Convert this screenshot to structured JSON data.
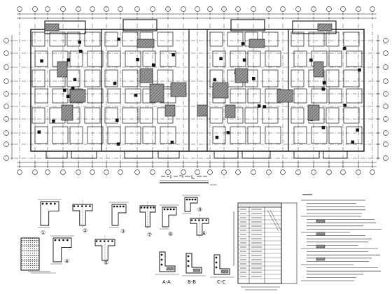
{
  "details": {
    "markers": [
      "①",
      "②",
      "③",
      "④",
      "⑤",
      "⑥",
      "⑦",
      "⑧",
      "⑨"
    ],
    "sections": [
      "A-A",
      "B-B",
      "C-C"
    ]
  },
  "colors": {
    "ink": "#111111",
    "hatch": "#6f6f6f",
    "paper": "#ffffff"
  }
}
